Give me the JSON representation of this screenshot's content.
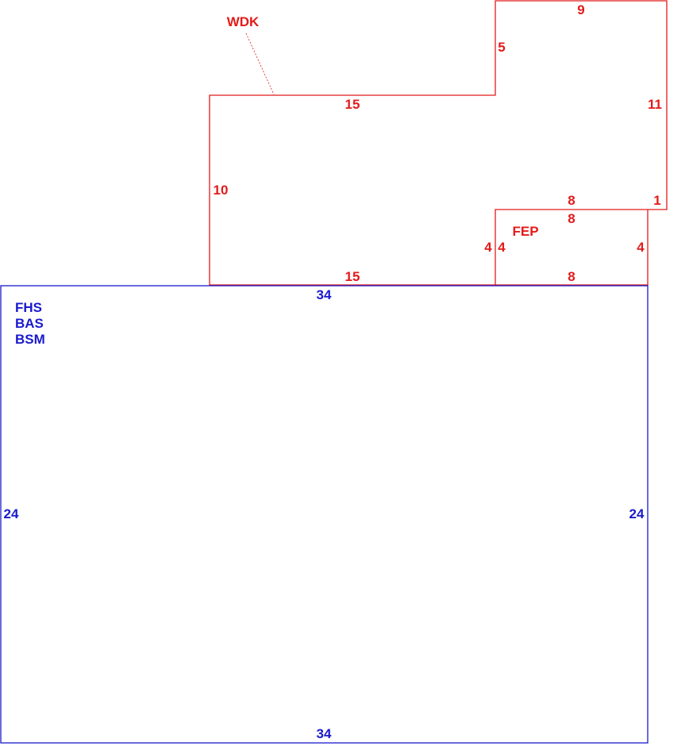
{
  "colors": {
    "addition_color": "#e31b1b",
    "main_color": "#1a1acc"
  },
  "wdk": {
    "name": "WDK",
    "dims": {
      "top_left": "15",
      "step_up": "5",
      "top_right": "9",
      "right": "11",
      "step_in": "1",
      "left": "10",
      "bottom": "15"
    }
  },
  "fep": {
    "name": "FEP",
    "dims": {
      "top_outer": "8",
      "top_inner": "8",
      "left_outer": "4",
      "left_inner": "4",
      "right": "4",
      "bottom": "8"
    }
  },
  "main": {
    "labels": [
      "FHS",
      "BAS",
      "BSM"
    ],
    "dims": {
      "top": "34",
      "bottom": "34",
      "left": "24",
      "right": "24"
    }
  }
}
